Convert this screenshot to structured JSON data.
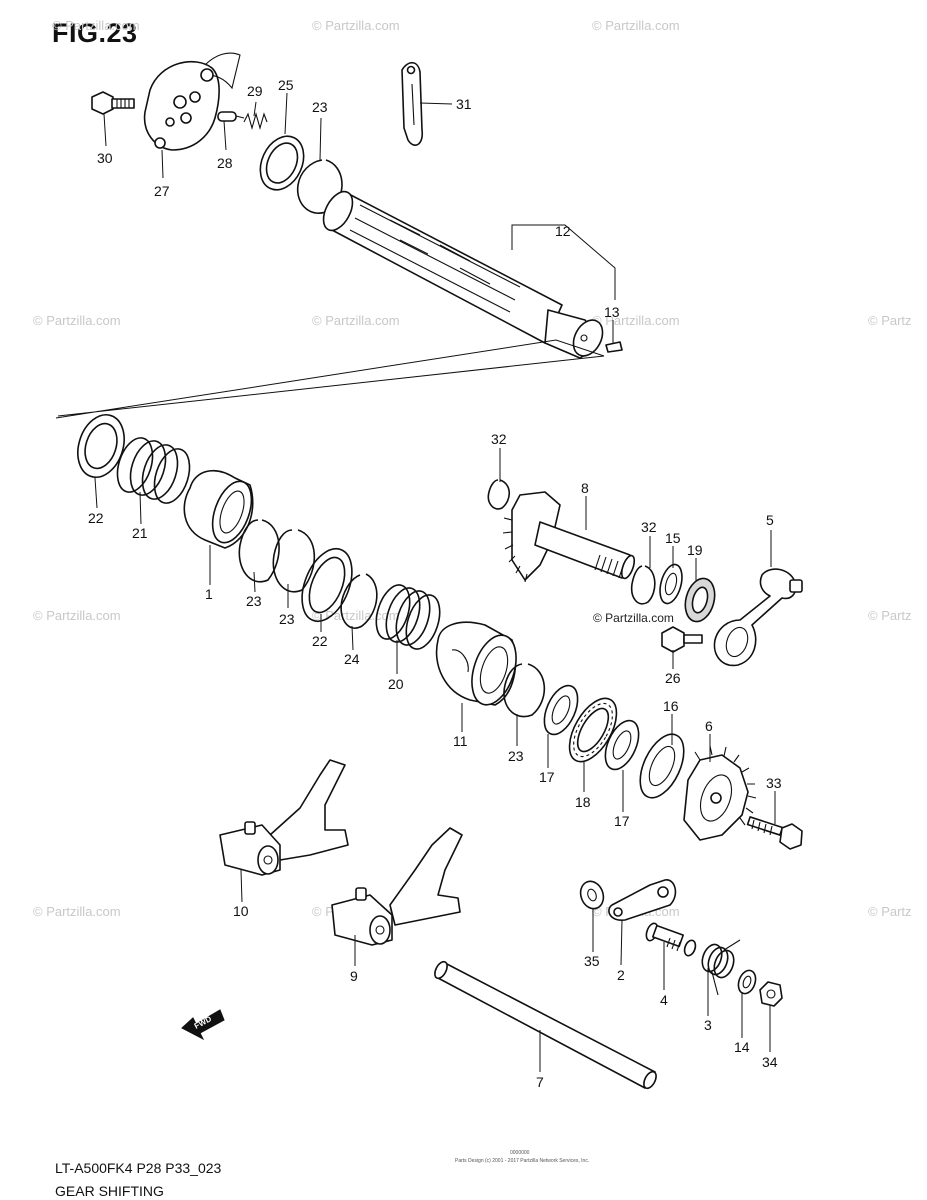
{
  "figure": {
    "title": "FIG.23",
    "model_code": "LT-A500FK4  P28  P33_023",
    "name": "GEAR SHIFTING",
    "watermark": "© Partzilla.com",
    "watermark_short": "© Partz",
    "fine_print_1": "0000000",
    "fine_print_2": "Parts Design (c) 2001 - 2017 Partzilla Network Services, Inc.",
    "fwd_label": "FWD"
  },
  "callouts": [
    "30",
    "27",
    "28",
    "29",
    "25",
    "23",
    "31",
    "12",
    "13",
    "22",
    "21",
    "1",
    "23",
    "23",
    "22",
    "24",
    "20",
    "11",
    "23",
    "17",
    "18",
    "16",
    "17",
    "6",
    "33",
    "32",
    "8",
    "32",
    "15",
    "19",
    "5",
    "26",
    "10",
    "9",
    "35",
    "2",
    "4",
    "3",
    "14",
    "34",
    "7"
  ]
}
